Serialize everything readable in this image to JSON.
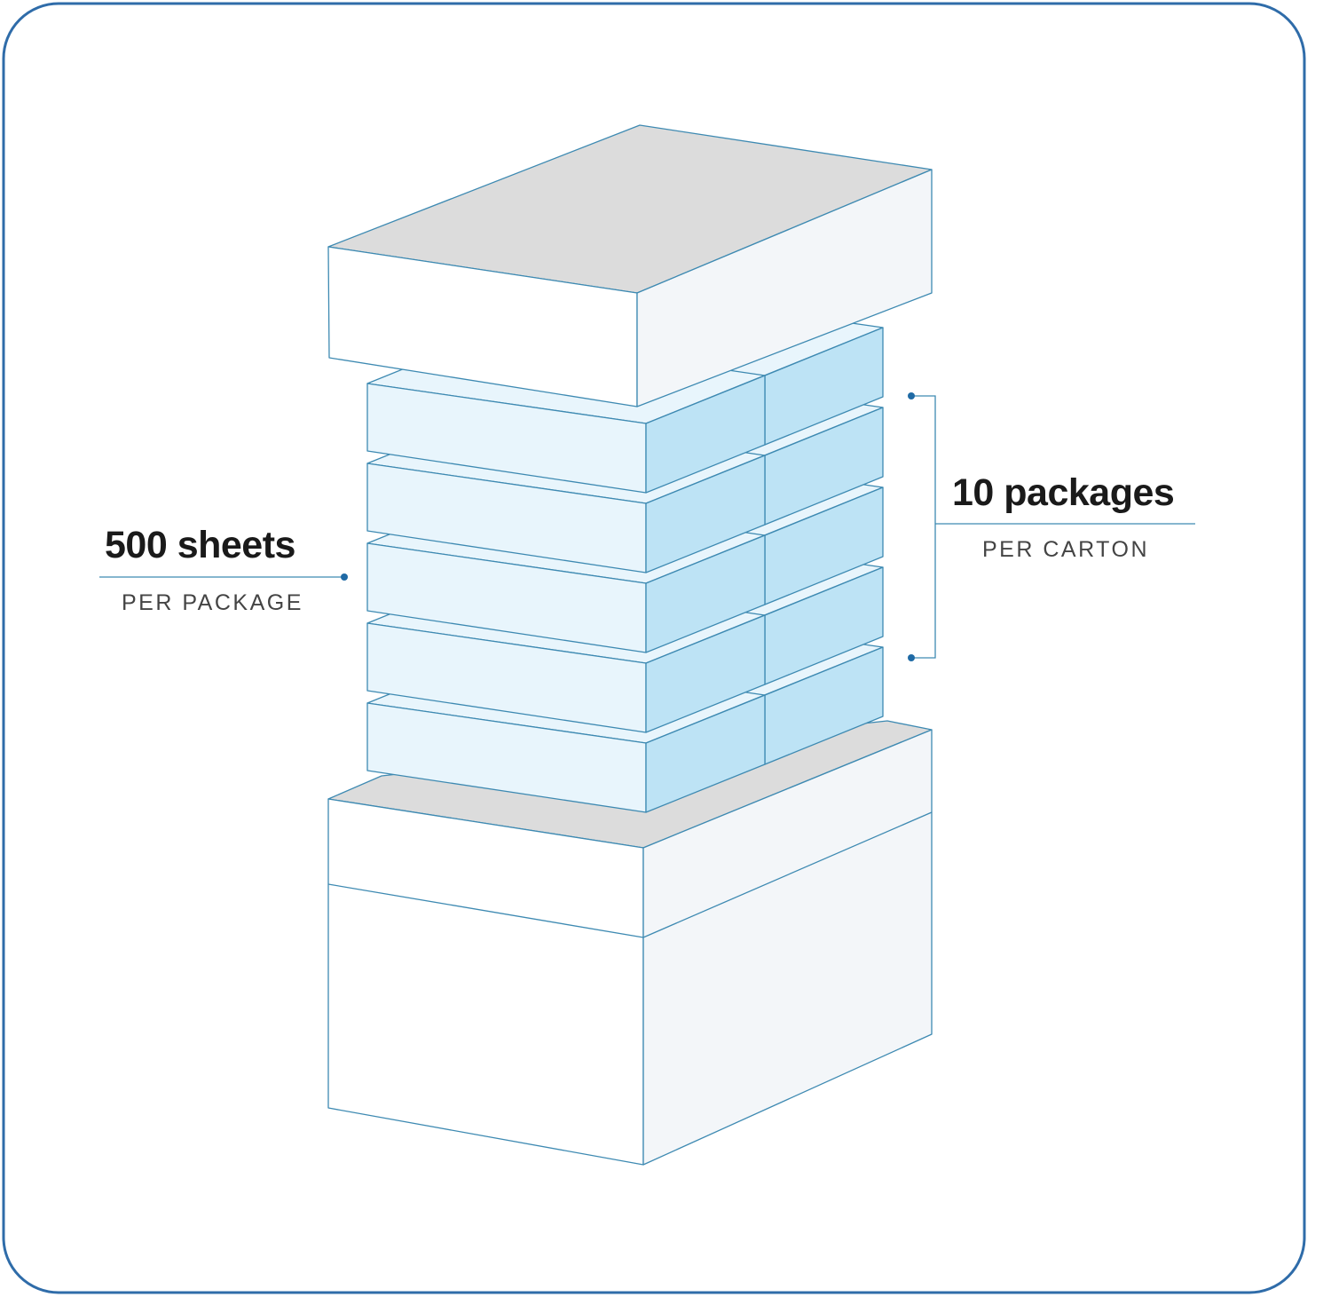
{
  "labels": {
    "sheets": {
      "value": "500 sheets",
      "caption": "PER PACKAGE"
    },
    "packages": {
      "value": "10 packages",
      "caption": "PER CARTON"
    }
  },
  "diagram": {
    "package_layers": 5,
    "packages_per_layer": 2
  },
  "colors": {
    "border": "#2f6ca9",
    "outline": "#3e8ab2",
    "lid_top": "#dcdcdc",
    "box_front": "#ffffff",
    "box_side": "#f3f6f9",
    "package_front": "#e8f5fc",
    "package_side": "#bde3f5",
    "accent_dot": "#1f6aa5"
  }
}
